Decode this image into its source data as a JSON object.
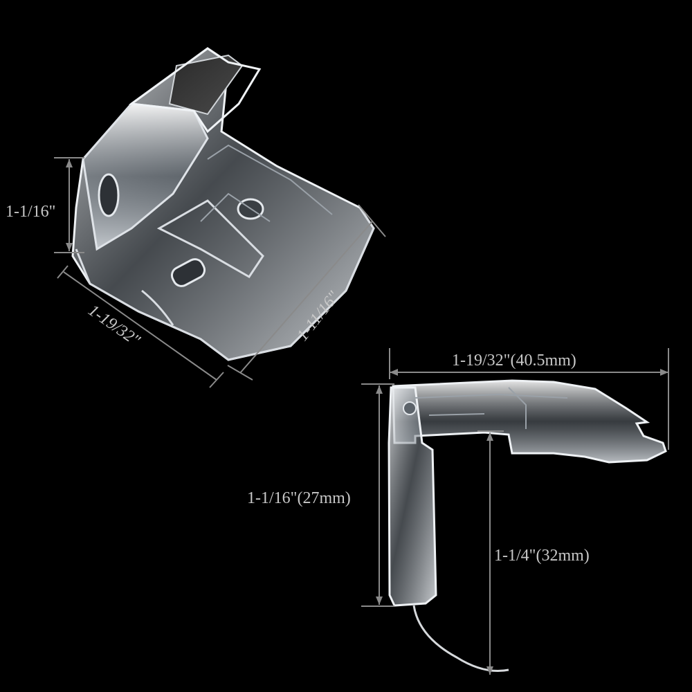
{
  "product_view_top": {
    "dimensions": {
      "height": "1-1/16\"",
      "width": "1-19/32\"",
      "depth": "1-11/16\""
    }
  },
  "product_view_side": {
    "dimensions": {
      "width": "1-19/32\"(40.5mm)",
      "height": "1-1/16\"(27mm)",
      "drop": "1-1/4\"(32mm)"
    }
  },
  "colors": {
    "background": "#000000",
    "dimension_line": "#8a8a8a",
    "dimension_text": "#c8c8c8",
    "plastic": "#e6eaee"
  }
}
